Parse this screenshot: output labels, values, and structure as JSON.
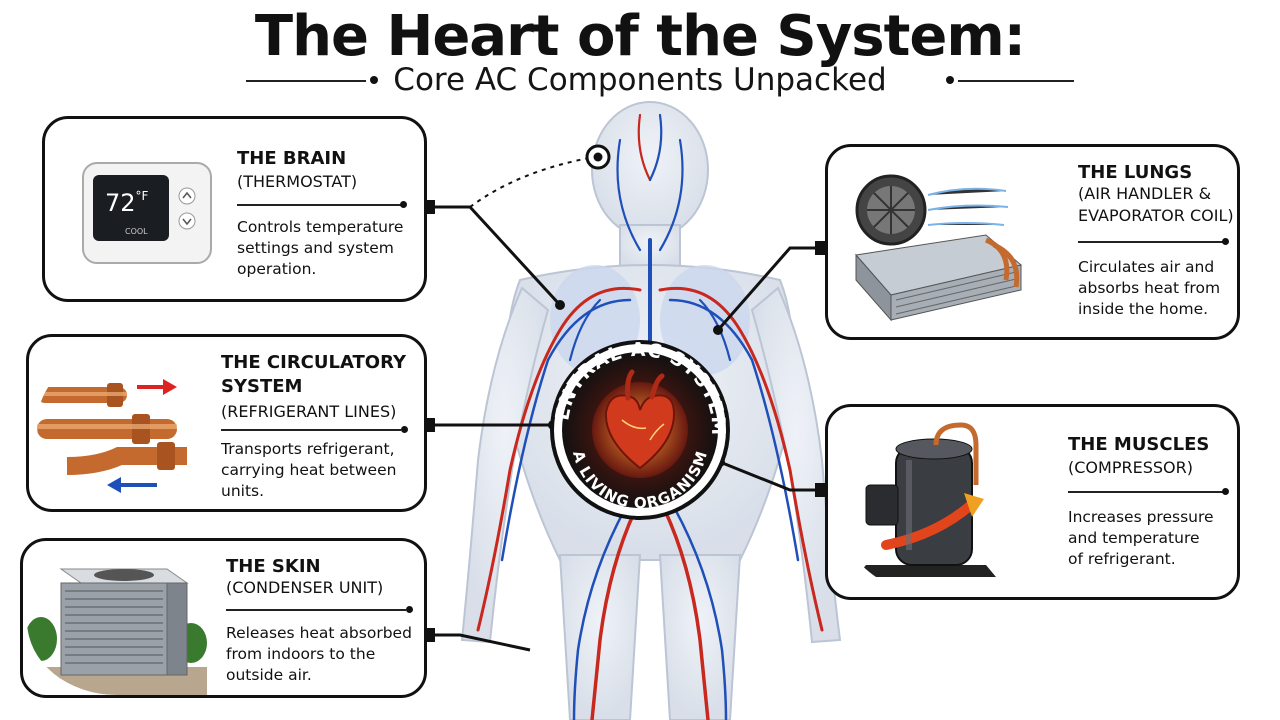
{
  "title": "The Heart of the System:",
  "subtitle": "Core AC Components Unpacked",
  "center_badge": {
    "top_text": "CENTRAL AC SYSTEM",
    "bottom_text": "A LIVING ORGANISM"
  },
  "components": [
    {
      "id": "brain",
      "heading": "THE BRAIN",
      "subheading": "(THERMOSTAT)",
      "description": "Controls temperature settings and system operation.",
      "icon": "thermostat-icon",
      "display": {
        "temp": "72",
        "unit": "°F",
        "mode": "COOL"
      }
    },
    {
      "id": "circulatory",
      "heading": "THE CIRCULATORY SYSTEM",
      "subheading": "(REFRIGERANT LINES)",
      "description": "Transports refrigerant, carrying heat between units.",
      "icon": "refrigerant-lines-icon"
    },
    {
      "id": "skin",
      "heading": "THE SKIN",
      "subheading": "(CONDENSER UNIT)",
      "description": "Releases heat absorbed from indoors to the outside air.",
      "icon": "condenser-unit-icon"
    },
    {
      "id": "lungs",
      "heading": "THE LUNGS",
      "subheading": "(AIR HANDLER & EVAPORATOR COIL)",
      "description": "Circulates air and absorbs heat from inside the home.",
      "icon": "air-handler-icon"
    },
    {
      "id": "muscles",
      "heading": "THE MUSCLES",
      "subheading": "(COMPRESSOR)",
      "description": "Increases pressure and temperature of refrigerant.",
      "icon": "compressor-icon"
    }
  ],
  "colors": {
    "artery": "#c8281e",
    "vein": "#1f4fb8",
    "copper": "#c46a2e",
    "heart": "#d23a1e",
    "outline": "#111111"
  }
}
